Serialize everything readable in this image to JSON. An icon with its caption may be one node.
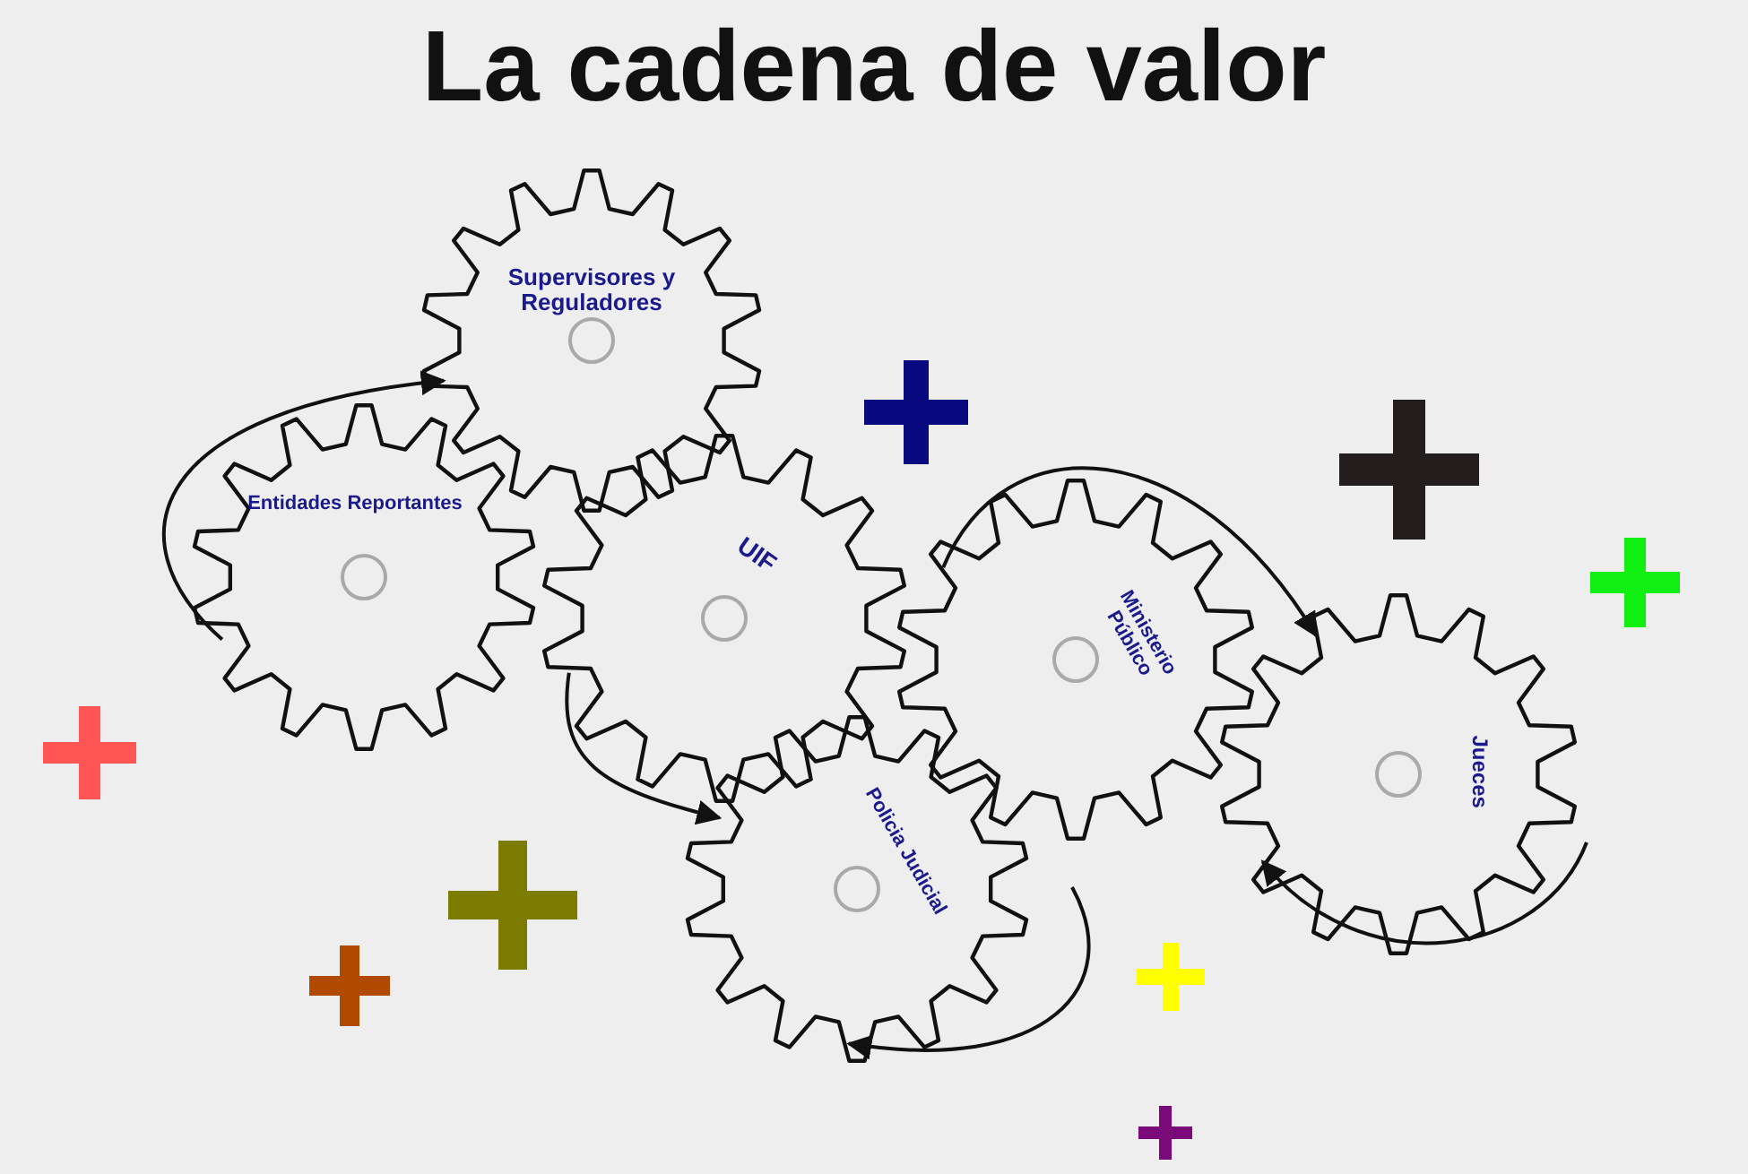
{
  "diagram": {
    "title": "La cadena de valor",
    "nodes": [
      {
        "text": [
          "Supervisores y Reguladores"
        ]
      },
      {
        "text": [
          "Entidades Reportantes"
        ]
      },
      {
        "text": [
          "UIF"
        ]
      },
      {
        "text": [
          "Ministerio Público"
        ]
      },
      {
        "text": [
          "Policia Judicial"
        ]
      },
      {
        "text": [
          "Jueces"
        ]
      }
    ],
    "edges": [
      {
        "from": 1,
        "to": 0,
        "arrow": "to"
      },
      {
        "from": 2,
        "to": 4,
        "arrow": "to"
      },
      {
        "from": 3,
        "to": 5,
        "arrow": "to"
      },
      {
        "from": null,
        "to": 5,
        "arrow": "to"
      },
      {
        "from": null,
        "to": 4,
        "arrow": "to"
      }
    ]
  }
}
